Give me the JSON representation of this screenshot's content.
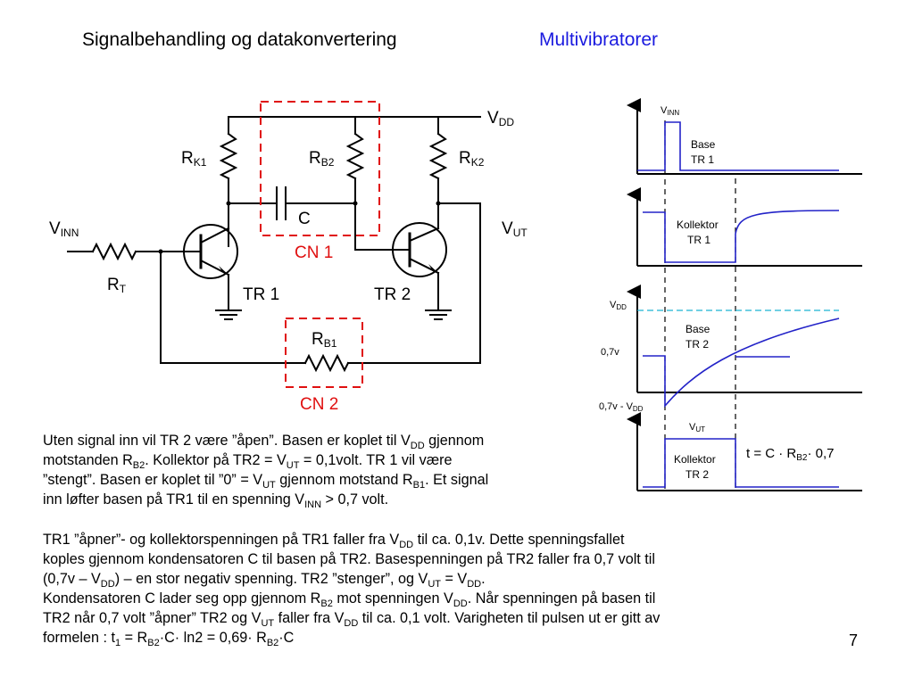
{
  "title": "Signalbehandling og datakonvertering",
  "topic": "Multivibratorer",
  "circuit": {
    "vdd": {
      "main": "V",
      "sub": "DD"
    },
    "rk1": {
      "main": "R",
      "sub": "K1"
    },
    "rb2": {
      "main": "R",
      "sub": "B2"
    },
    "rk2": {
      "main": "R",
      "sub": "K2"
    },
    "capacitor": "C",
    "cn1": "CN 1",
    "vinn": {
      "main": "V",
      "sub": "INN"
    },
    "vut": {
      "main": "V",
      "sub": "UT"
    },
    "rt": {
      "main": "R",
      "sub": "T"
    },
    "tr1": "TR 1",
    "tr2": "TR 2",
    "rb1": {
      "main": "R",
      "sub": "B1"
    },
    "cn2": "CN 2"
  },
  "timing": {
    "vinn": {
      "main": "V",
      "sub": "INN"
    },
    "base_tr1": [
      "Base",
      "TR 1"
    ],
    "kollektor_tr1": [
      "Kollektor",
      "TR 1"
    ],
    "vdd": {
      "main": "V",
      "sub": "DD"
    },
    "base_tr2": [
      "Base",
      "TR 2"
    ],
    "v07": "0,7v",
    "v07_vdd": {
      "main": "0,7v - V",
      "sub": "DD"
    },
    "vut": {
      "main": "V",
      "sub": "UT"
    },
    "kollektor_tr2": [
      "Kollektor",
      "TR 2"
    ],
    "formula": {
      "a": "t = C · R",
      "sub": "B2",
      "b": "· 0,7"
    }
  },
  "colors": {
    "signal": "#2323c8",
    "cn_box": "#e01010",
    "vdd_line": "#1ab4d2",
    "wire": "#000000"
  },
  "paragraph1": {
    "l1a": "Uten signal inn vil TR 2 være ”åpen”. Basen er koplet til V",
    "l1s": "DD",
    "l1b": " gjennom",
    "l2a": "motstanden R",
    "l2s1": "B2",
    "l2b": ". Kollektor på TR2 = V",
    "l2s2": "UT",
    "l2c": " = 0,1volt. TR 1 vil være",
    "l3a": "”stengt”. Basen er koplet til ”0” = V",
    "l3s1": "UT",
    "l3b": " gjennom motstand R",
    "l3s2": "B1",
    "l3c": ". Et signal",
    "l4a": "inn løfter basen på TR1 til en spenning V",
    "l4s": "INN",
    "l4b": " > 0,7 volt."
  },
  "paragraph2": {
    "l1a": "TR1 ”åpner”- og kollektorspenningen på TR1 faller fra V",
    "l1s": "DD",
    "l1b": " til ca. 0,1v. Dette spenningsfallet",
    "l2": "koples gjennom kondensatoren C til basen på TR2. Basespenningen på TR2 faller fra 0,7 volt til",
    "l3a": "(0,7v – V",
    "l3s1": "DD",
    "l3b": ") – en stor negativ spenning. TR2 ”stenger”, og V",
    "l3s2": "UT",
    "l3c": " = V",
    "l3s3": "DD",
    "l3d": ".",
    "l4a": "Kondensatoren C lader seg opp gjennom R",
    "l4s1": "B2",
    "l4b": " mot spenningen V",
    "l4s2": "DD",
    "l4c": ". Når spenningen på basen til",
    "l5a": "TR2 når 0,7 volt ”åpner” TR2 og V",
    "l5s1": "UT",
    "l5b": " faller fra V",
    "l5s2": "DD",
    "l5c": " til ca. 0,1 volt. Varigheten til pulsen ut er gitt av",
    "l6a": "formelen :  t",
    "l6s1": "1",
    "l6b": " = R",
    "l6s2": "B2",
    "l6c": "·C· ln2 = 0,69· R",
    "l6s3": "B2",
    "l6d": "·C"
  },
  "page_number": "7"
}
